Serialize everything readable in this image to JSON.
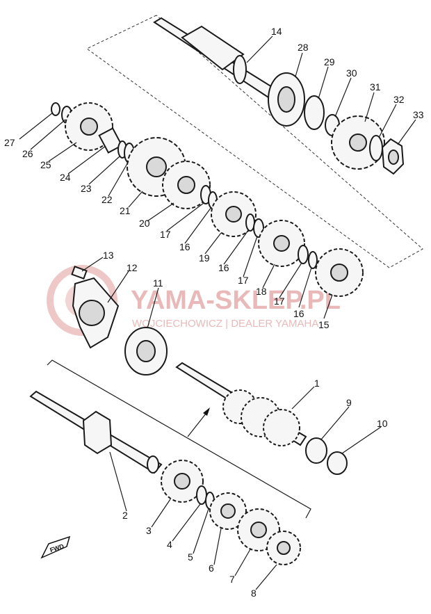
{
  "watermark": {
    "brand": "YAMA-SKLEP.PL",
    "subtitle": "WOJCIECHOWICZ | DEALER YAMAHA",
    "color": "#e2a2a2"
  },
  "direction_label": "FWD",
  "callouts": [
    "1",
    "2",
    "3",
    "4",
    "5",
    "6",
    "7",
    "8",
    "9",
    "10",
    "11",
    "12",
    "13",
    "14",
    "15",
    "16",
    "16",
    "16",
    "17",
    "17",
    "17",
    "18",
    "19",
    "20",
    "21",
    "22",
    "23",
    "24",
    "25",
    "26",
    "27",
    "28",
    "29",
    "30",
    "31",
    "32",
    "33"
  ]
}
